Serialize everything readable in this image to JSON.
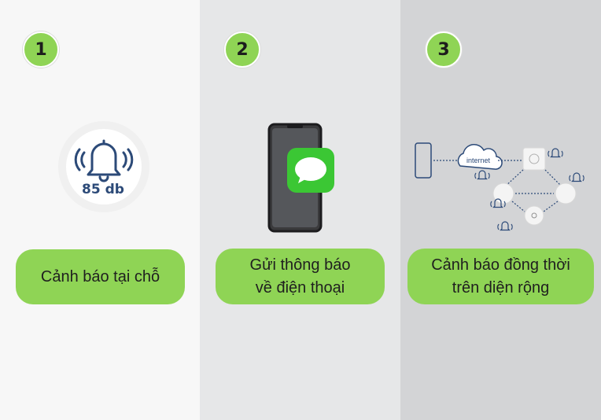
{
  "steps": [
    {
      "number": "1",
      "label_lines": [
        "Cảnh báo tại chỗ"
      ]
    },
    {
      "number": "2",
      "label_lines": [
        "Gửi thông báo",
        "về điện thoại"
      ]
    },
    {
      "number": "3",
      "label_lines": [
        "Cảnh báo đồng thời",
        "trên diện rộng"
      ]
    }
  ],
  "sound_level": "85 db",
  "network_label": "internet",
  "icons": [
    "alarm-bell-icon",
    "phone-icon",
    "message-bubble-icon",
    "cloud-icon",
    "alarm-device-icon"
  ],
  "colors": {
    "accent": "#8fd455",
    "icon_blue": "#2c4a78",
    "panel1": "#f7f7f7",
    "panel2": "#e6e7e8",
    "panel3": "#d3d4d6"
  }
}
